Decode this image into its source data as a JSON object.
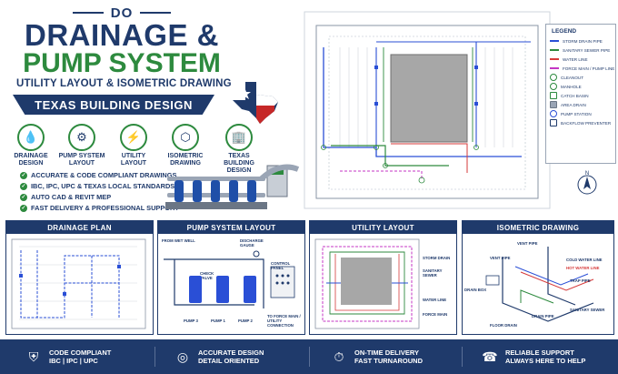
{
  "header": {
    "do": "DO",
    "title_line1": "DRAINAGE &",
    "title_line2": "PUMP SYSTEM",
    "subtitle": "UTILITY LAYOUT & ISOMETRIC DRAWING",
    "banner": "TEXAS BUILDING DESIGN"
  },
  "services": [
    {
      "label": "DRAINAGE DESIGN",
      "icon": "drop-icon"
    },
    {
      "label": "PUMP SYSTEM LAYOUT",
      "icon": "pump-icon"
    },
    {
      "label": "UTILITY LAYOUT",
      "icon": "plug-icon"
    },
    {
      "label": "ISOMETRIC DRAWING",
      "icon": "cube-icon"
    },
    {
      "label": "TEXAS BUILDING DESIGN",
      "icon": "building-icon"
    }
  ],
  "features": [
    "ACCURATE & CODE COMPLIANT DRAWINGS",
    "IBC, IPC, UPC & TEXAS LOCAL STANDARDS",
    "AUTO CAD & REVIT MEP",
    "FAST DELIVERY & PROFESSIONAL SUPPORT"
  ],
  "legend": {
    "title": "LEGEND",
    "lines": [
      {
        "label": "STORM DRAIN PIPE",
        "color": "#2a4fd6"
      },
      {
        "label": "SANITARY SEWER PIPE",
        "color": "#2d8a3e"
      },
      {
        "label": "WATER LINE",
        "color": "#d63a3a"
      },
      {
        "label": "FORCE MAIN / PUMP LINE",
        "color": "#c436c4"
      }
    ],
    "symbols": [
      {
        "label": "CLEANOUT"
      },
      {
        "label": "MANHOLE"
      },
      {
        "label": "CATCH BASIN"
      },
      {
        "label": "AREA DRAIN"
      },
      {
        "label": "PUMP STATION"
      },
      {
        "label": "BACKFLOW PREVENTER"
      }
    ],
    "north": "N"
  },
  "cards": {
    "drainage": {
      "title": "DRAINAGE PLAN"
    },
    "pump": {
      "title": "PUMP SYSTEM LAYOUT",
      "from_wet_well": "FROM WET WELL",
      "discharge_gauge": "DISCHARGE GAUGE",
      "check_valve": "CHECK VALVE",
      "pump1": "PUMP 1",
      "pump2": "PUMP 2",
      "pump3": "PUMP 3",
      "control_panel": "CONTROL PANEL",
      "to_force_main": "TO FORCE MAIN / UTILITY CONNECTION"
    },
    "utility": {
      "title": "UTILITY LAYOUT",
      "storm_drain": "STORM DRAIN",
      "sanitary_sewer": "SANITARY SEWER",
      "water_line": "WATER LINE",
      "force_main": "FORCE MAIN"
    },
    "isometric": {
      "title": "ISOMETRIC DRAWING",
      "vent_pipe": "VENT PIPE",
      "vent_pipe_2": "VENT PIPE",
      "cold_water": "COLD WATER LINE",
      "hot_water": "HOT WATER LINE",
      "trap_pipe": "TRAP PIPE",
      "drain_pipe": "DRAIN PIPE",
      "sanitary_sewer": "SANITARY SEWER",
      "floor_drain": "FLOOR DRAIN",
      "drain_box": "DRAIN BOX"
    }
  },
  "footer": [
    {
      "line1": "CODE COMPLIANT",
      "line2": "IBC | IPC | UPC",
      "icon": "shield-check-icon"
    },
    {
      "line1": "ACCURATE DESIGN",
      "line2": "DETAIL ORIENTED",
      "icon": "target-icon"
    },
    {
      "line1": "ON-TIME DELIVERY",
      "line2": "FAST TURNAROUND",
      "icon": "clock-icon"
    },
    {
      "line1": "RELIABLE SUPPORT",
      "line2": "ALWAYS HERE TO HELP",
      "icon": "headset-icon"
    }
  ],
  "colors": {
    "navy": "#1f3a6b",
    "green": "#2d8a3e",
    "storm": "#2a4fd6",
    "water": "#d63a3a",
    "force": "#c436c4"
  }
}
